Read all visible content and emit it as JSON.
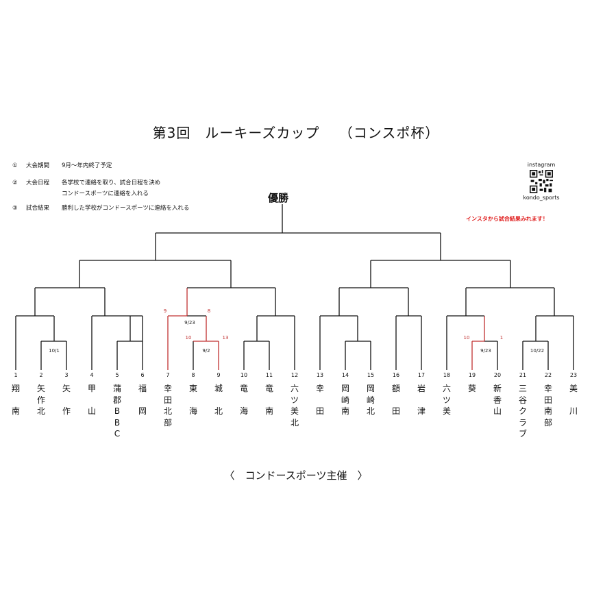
{
  "title": "第3回　ルーキーズカップ　 （コンスポ杯）",
  "info": [
    {
      "num": "①",
      "label": "大会期間",
      "text": "9月～年内終了予定"
    },
    {
      "num": "②",
      "label": "大会日程",
      "text": "各学校で連絡を取り、試合日程を決め"
    },
    {
      "num": "",
      "label": "",
      "text": "コンドースポーツに連絡を入れる"
    },
    {
      "num": "③",
      "label": "試合結果",
      "text": "勝利した学校がコンドースポーツに連絡を入れる"
    }
  ],
  "instagram": {
    "label": "instagram",
    "handle": "kondo_sports",
    "note": "インスタから試合結果みれます！"
  },
  "champion_label": "優勝",
  "footer": "〈　コンドースポーツ主催　〉",
  "colors": {
    "line": "#111111",
    "winner_line": "#c03030",
    "note": "#e02020"
  },
  "teams": [
    {
      "num": "1",
      "name": "翔\n\n南"
    },
    {
      "num": "2",
      "name": "矢\n作\n北"
    },
    {
      "num": "3",
      "name": "矢\n\n作"
    },
    {
      "num": "4",
      "name": "甲\n\n山"
    },
    {
      "num": "5",
      "name": "蒲\n郡\nB\nB\nC"
    },
    {
      "num": "6",
      "name": "福\n\n岡"
    },
    {
      "num": "7",
      "name": "幸\n田\n北\n部"
    },
    {
      "num": "8",
      "name": "東\n\n海"
    },
    {
      "num": "9",
      "name": "城\n\n北"
    },
    {
      "num": "10",
      "name": "竜\n\n海"
    },
    {
      "num": "11",
      "name": "竜\n\n南"
    },
    {
      "num": "12",
      "name": "六\nツ\n美\n北"
    },
    {
      "num": "13",
      "name": "幸\n\n田"
    },
    {
      "num": "14",
      "name": "岡\n崎\n南"
    },
    {
      "num": "15",
      "name": "岡\n崎\n北"
    },
    {
      "num": "16",
      "name": "額\n\n田"
    },
    {
      "num": "17",
      "name": "岩\n\n津"
    },
    {
      "num": "18",
      "name": "六\nツ\n美"
    },
    {
      "num": "19",
      "name": "葵"
    },
    {
      "num": "20",
      "name": "新\n香\n山"
    },
    {
      "num": "21",
      "name": "三\n谷\nク\nラ\nブ"
    },
    {
      "num": "22",
      "name": "幸\n田\n南\n部"
    },
    {
      "num": "23",
      "name": "美\n\n川"
    }
  ],
  "match_labels": {
    "m_2_3_date": "10/1",
    "m_8_9_date": "9/2",
    "m_8_9_score_left": "10",
    "m_8_9_score_right": "13",
    "m_7_89_date": "9/23",
    "m_7_89_score_left": "9",
    "m_7_89_score_right": "8",
    "m_19_20_date": "9/23",
    "m_19_20_score_left": "10",
    "m_19_20_score_right": "1",
    "m_21_22_date": "10/22"
  }
}
